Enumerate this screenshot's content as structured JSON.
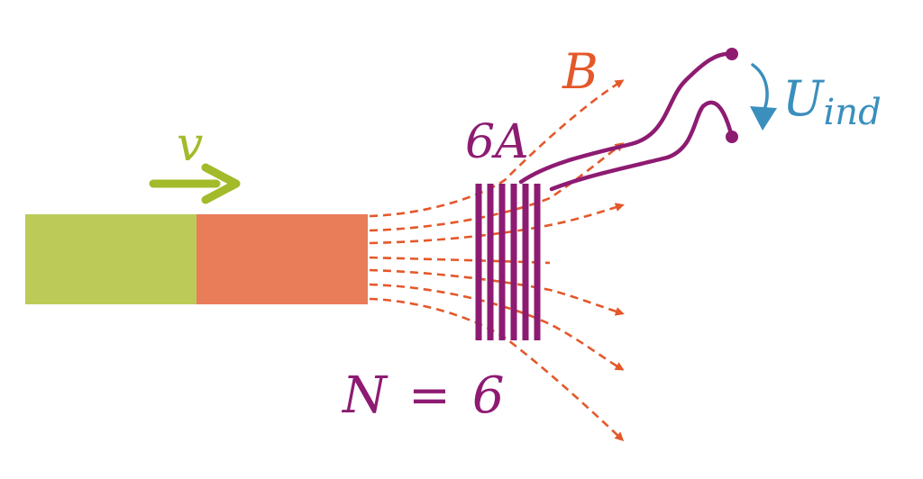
{
  "labels": {
    "velocity": "v",
    "field": "B",
    "voltage_main": "U",
    "voltage_sub": "ind",
    "coil_label": "6A",
    "turns_var": "N",
    "turns_eq": "=",
    "turns_val": "6"
  },
  "colors": {
    "magnet_north": "#bccb57",
    "magnet_south": "#e97c59",
    "field_lines": "#e4582a",
    "coil": "#8e1b72",
    "velocity": "#a3ba2a",
    "voltage": "#3a8fbd",
    "background": "#ffffff"
  }
}
